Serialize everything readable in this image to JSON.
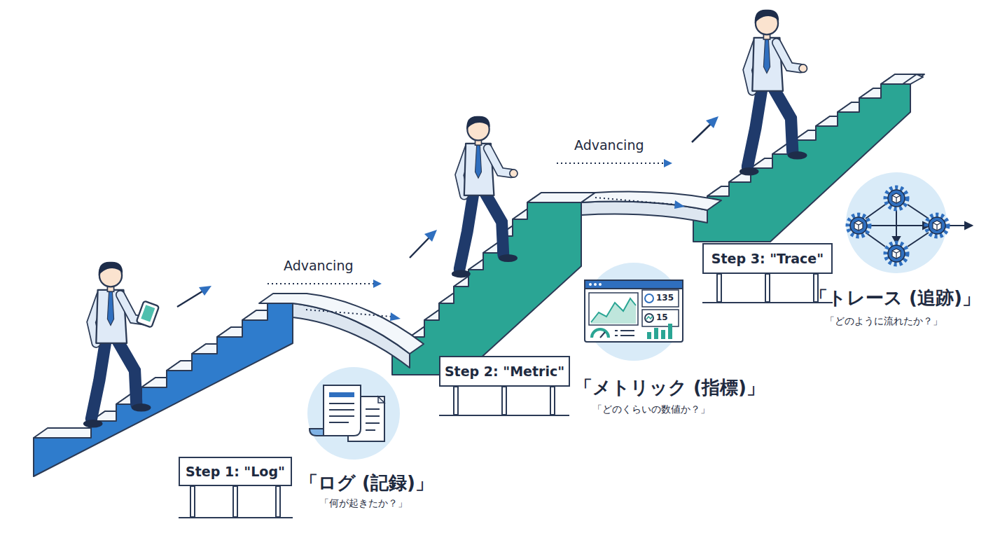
{
  "diagram": {
    "nodes": [
      {
        "text": [
          "Step 1: \"Log\""
        ]
      },
      {
        "text": [
          "Step 2: \"Metric\""
        ]
      },
      {
        "text": [
          "Step 3: \"Trace\""
        ]
      }
    ],
    "labels": [
      "Advancing",
      "Advancing",
      "「ログ (記録)」",
      "「何が起きたか？」",
      "「メトリック (指標)」",
      "「どのくらいの数値か？」",
      "「トレース (追跡)」",
      "「どのように流れたか？」",
      "135",
      "15"
    ]
  }
}
